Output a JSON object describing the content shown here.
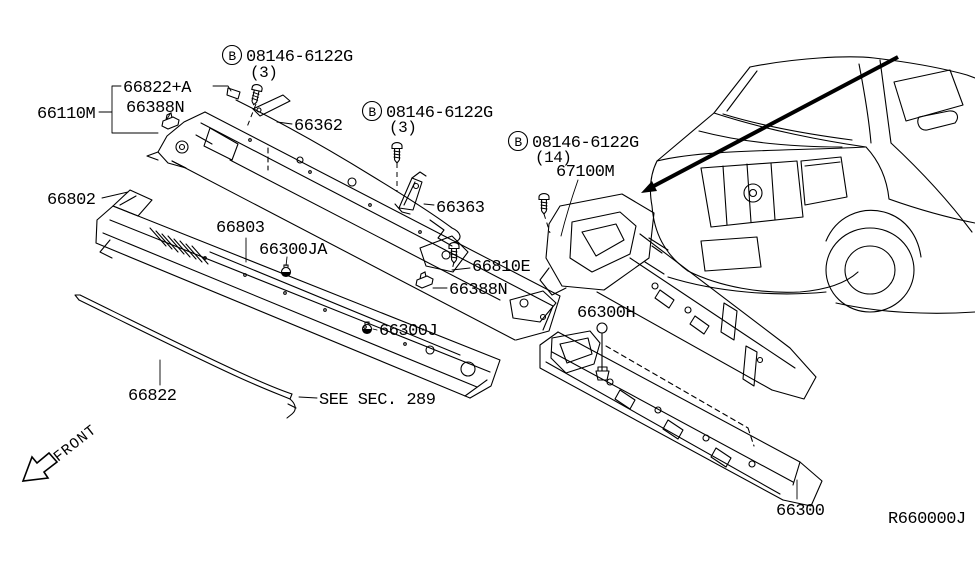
{
  "diagram": {
    "ref_code": "R660000J",
    "front_label": "FRONT",
    "see_section_note": "SEE SEC. 289",
    "fastener_symbol": "B",
    "fastener_callouts": [
      {
        "part_no": "08146-6122G",
        "qty": "(3)"
      },
      {
        "part_no": "08146-6122G",
        "qty": "(3)"
      },
      {
        "part_no": "08146-6122G",
        "qty": "(14)"
      }
    ],
    "part_labels": {
      "cowl_top_66110M": "66110M",
      "seal_66822A": "66822+A",
      "seal_66388N_upper": "66388N",
      "bracket_66362": "66362",
      "bracket_66363": "66363",
      "grille_66802": "66802",
      "grille_66803": "66803",
      "grommet_66300JA": "66300JA",
      "bolt_66810E": "66810E",
      "seal_66388N_lower": "66388N",
      "grommet_66300J": "66300J",
      "weatherstrip_66822": "66822",
      "cowl_side_67100M": "67100M",
      "nut_66300H": "66300H",
      "cowl_top_66300": "66300"
    }
  }
}
